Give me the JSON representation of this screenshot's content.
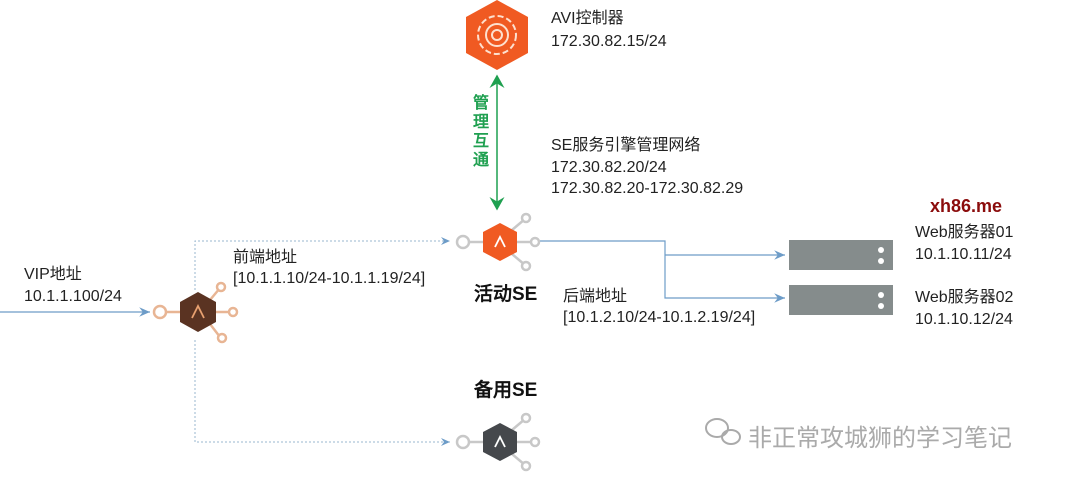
{
  "controller": {
    "name": "AVI控制器",
    "ip": "172.30.82.15/24"
  },
  "mgmt_link": {
    "label": "管理互通"
  },
  "se_mgmt": {
    "title": "SE服务引擎管理网络",
    "ip": "172.30.82.20/24",
    "range": "172.30.82.20-172.30.82.29"
  },
  "vip": {
    "label": "VIP地址",
    "ip": "10.1.1.100/24"
  },
  "frontend": {
    "label": "前端地址",
    "range": "[10.1.1.10/24-10.1.1.19/24]"
  },
  "active_se": {
    "label": "活动SE"
  },
  "standby_se": {
    "label": "备用SE"
  },
  "backend": {
    "label": "后端地址",
    "range": "[10.1.2.10/24-10.1.2.19/24]"
  },
  "servers": [
    {
      "name": "Web服务器01",
      "ip": "10.1.10.11/24"
    },
    {
      "name": "Web服务器02",
      "ip": "10.1.10.12/24"
    }
  ],
  "watermark": {
    "site": "xh86.me",
    "wechat": "非正常攻城狮的学习笔记"
  },
  "colors": {
    "controller": "#f05a22",
    "active_se": "#f05a22",
    "vip_node": "#5a3322",
    "standby_se": "#45484c",
    "link": "#6d9cc8",
    "mgmt": "#1fa050",
    "server": "#858c8c"
  }
}
